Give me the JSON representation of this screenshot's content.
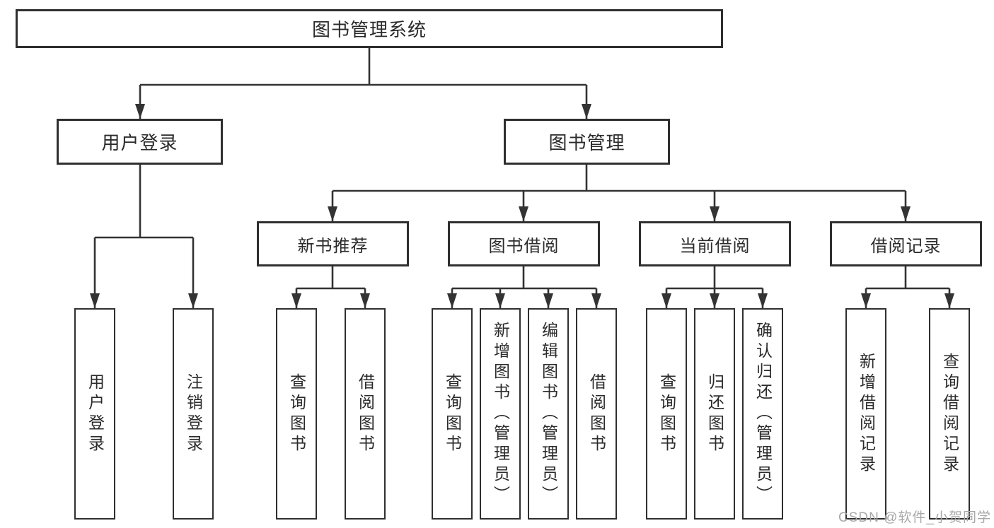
{
  "diagram": {
    "root": "图书管理系统",
    "branches": {
      "user_login": "用户登录",
      "book_management": "图书管理"
    },
    "modules": {
      "new_book_recommend": "新书推荐",
      "book_borrow": "图书借阅",
      "current_borrow": "当前借阅",
      "borrow_records": "借阅记录"
    },
    "leaves": {
      "user_login": "用户登录",
      "logout": "注销登录",
      "nb_query_books": "查询图书",
      "nb_borrow_books": "借阅图书",
      "bb_query_books": "查询图书",
      "bb_add_books": "新增图书（管理员）",
      "bb_edit_books": "编辑图书（管理员）",
      "bb_borrow_books": "借阅图书",
      "cb_query_books": "查询图书",
      "cb_return_books": "归还图书",
      "cb_confirm_return": "确认归还（管理员）",
      "br_add_record": "新增借阅记录",
      "br_query_record": "查询借阅记录"
    },
    "tree": {
      "图书管理系统": {
        "用户登录": [
          "用户登录",
          "注销登录"
        ],
        "图书管理": {
          "新书推荐": [
            "查询图书",
            "借阅图书"
          ],
          "图书借阅": [
            "查询图书",
            "新增图书（管理员）",
            "编辑图书（管理员）",
            "借阅图书"
          ],
          "当前借阅": [
            "查询图书",
            "归还图书",
            "确认归还（管理员）"
          ],
          "借阅记录": [
            "新增借阅记录",
            "查询借阅记录"
          ]
        }
      }
    }
  },
  "watermark": "CSDN @软件_小贺同学",
  "colors": {
    "line": "#333333",
    "box_border": "#2f2f2f",
    "text": "#2b2b2b",
    "watermark_text": "#a8a8a8",
    "background": "#ffffff"
  }
}
